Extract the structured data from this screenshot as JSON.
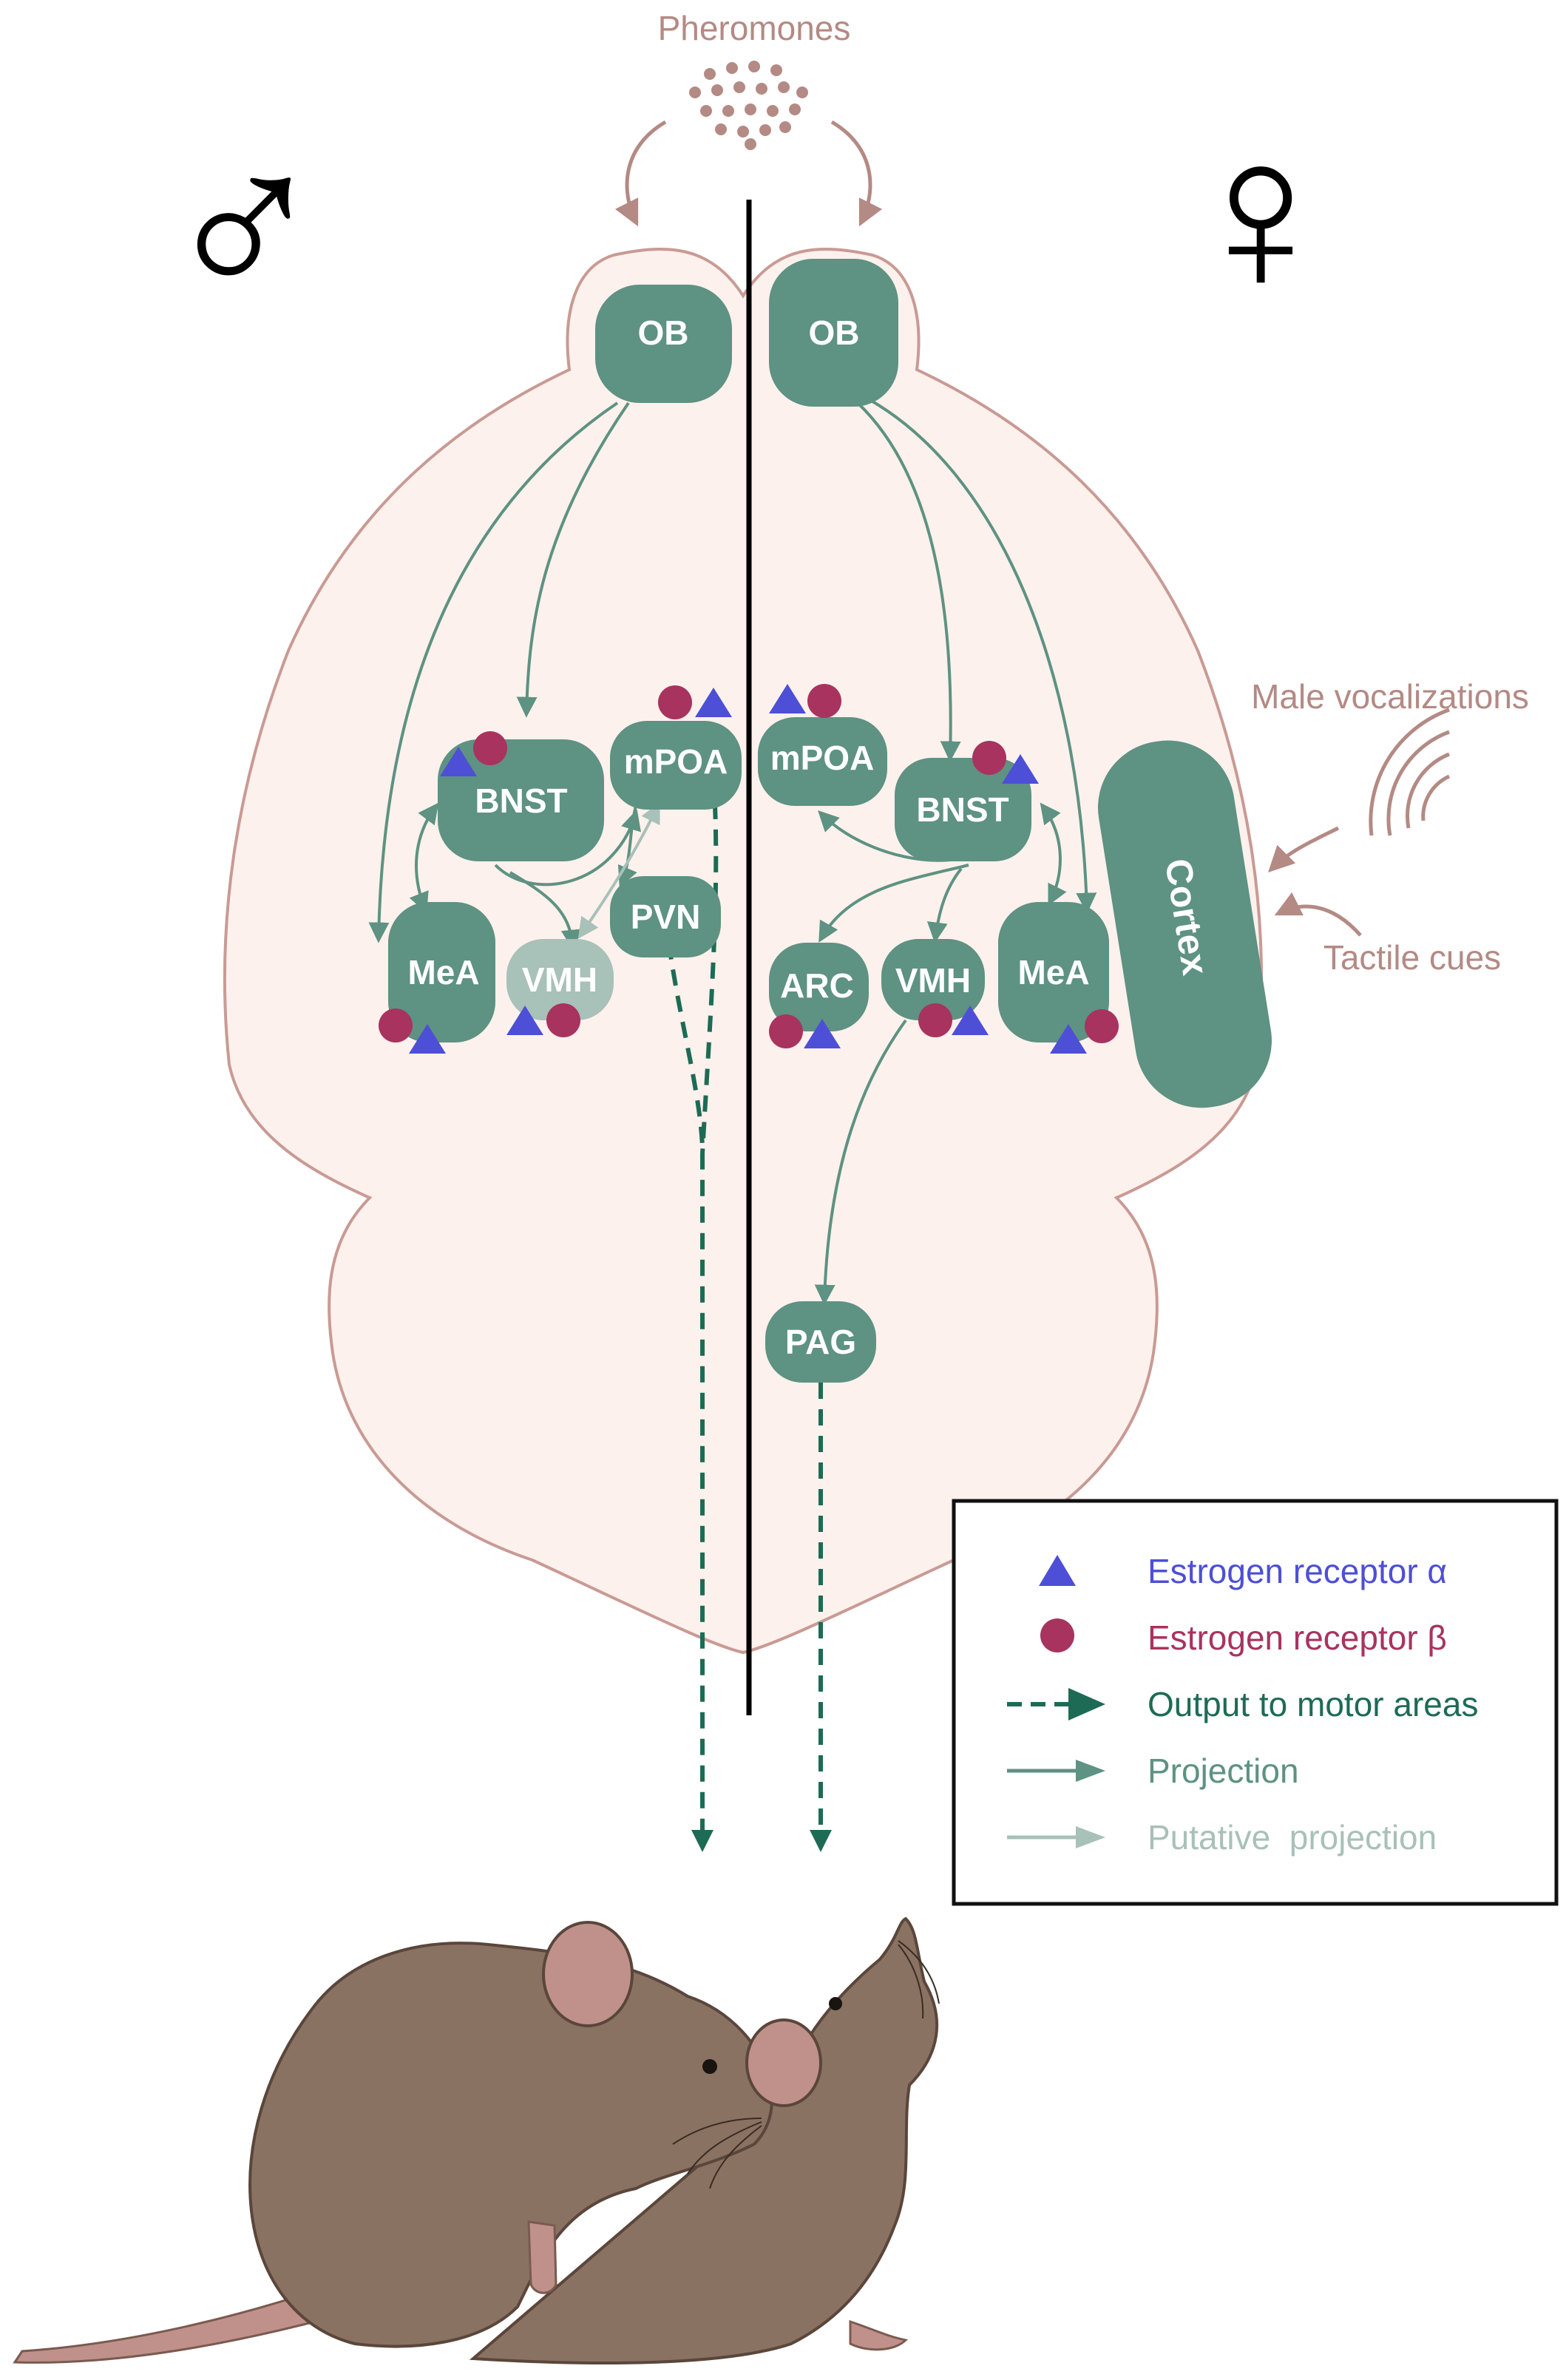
{
  "stimuli": {
    "pheromones": "Pheromones",
    "male_vocalizations": "Male vocalizations",
    "tactile_cues": "Tactile cues"
  },
  "sex_symbols": {
    "male": "♂",
    "female": "♀"
  },
  "regions": {
    "male": {
      "ob": "OB",
      "bnst": "BNST",
      "mpoa": "mPOA",
      "pvn": "PVN",
      "mea": "MeA",
      "vmh": "VMH"
    },
    "female": {
      "ob": "OB",
      "mpoa": "mPOA",
      "bnst": "BNST",
      "arc": "ARC",
      "vmh": "VMH",
      "mea": "MeA",
      "pag": "PAG",
      "cortex": "Cortex"
    }
  },
  "legend": {
    "items": [
      {
        "symbol": "triangle",
        "label": "Estrogen receptor α",
        "color": "#4d4fd6"
      },
      {
        "symbol": "circle",
        "label": "Estrogen receptor β",
        "color": "#a8335f"
      },
      {
        "symbol": "dashed-arrow",
        "label": "Output to motor areas",
        "color": "#1d6b55"
      },
      {
        "symbol": "solid-arrow",
        "label": "Projection",
        "color": "#5a9484"
      },
      {
        "symbol": "light-arrow",
        "label": "Putative  projection",
        "color": "#a7c3bb"
      }
    ]
  },
  "colors": {
    "region": "#5e9282",
    "region_putative": "#a8c1b9",
    "brain_fill": "#fdf1ed",
    "brain_outline": "#c99a94",
    "stimulus_text": "#b48a84",
    "mouse_body": "#8a7263",
    "mouse_ear": "#c0918a"
  }
}
